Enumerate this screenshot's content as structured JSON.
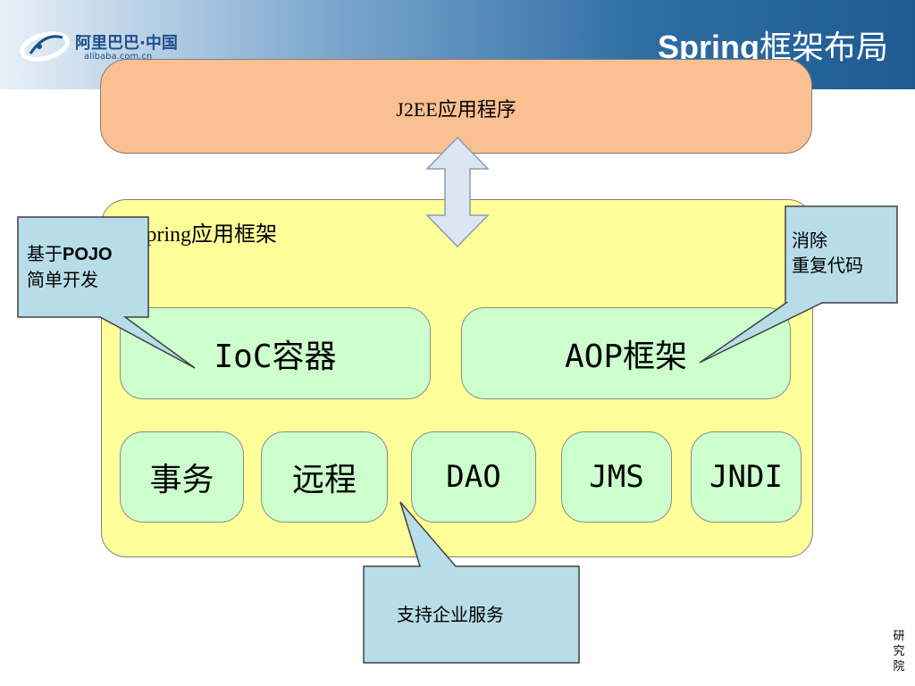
{
  "header": {
    "logo_text": "阿里巴巴·中国",
    "logo_sub": "alibaba.com.cn",
    "title_latin": "Spring",
    "title_cn": "框架布局"
  },
  "j2ee": {
    "label": "J2EE应用程序"
  },
  "framework": {
    "label": "Spring应用框架"
  },
  "modules": {
    "ioc": "IoC容器",
    "aop": "AOP框架",
    "transaction": "事务",
    "remote": "远程",
    "dao": "DAO",
    "jms": "JMS",
    "jndi": "JNDI"
  },
  "callouts": {
    "pojo_line1_prefix": "基于",
    "pojo_line1_bold": "POJO",
    "pojo_line2": "简单开发",
    "dup_line1": "消除",
    "dup_line2": "重复代码",
    "enterprise": "支持企业服务"
  },
  "footer": {
    "note": "研究院"
  },
  "colors": {
    "j2ee_fill": "#fac092",
    "framework_fill": "#ffff99",
    "module_fill": "#ccffcc",
    "callout_fill": "#b7dde8",
    "header_blue": "#1f5b92"
  }
}
